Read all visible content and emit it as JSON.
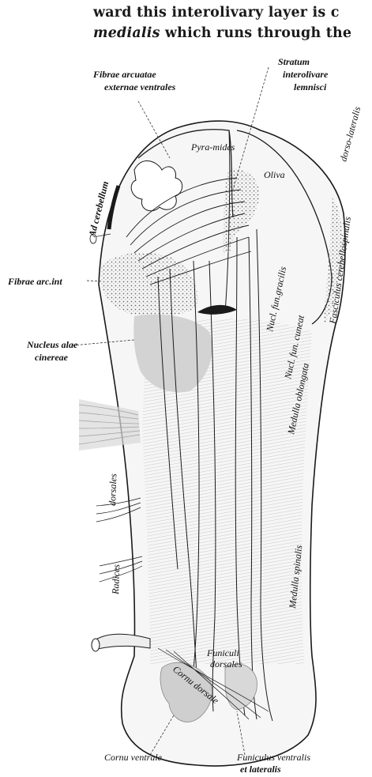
{
  "text": {
    "line1": "ward this interolivary layer is c",
    "line2_em": "medialis",
    "line2_rest": " which runs through the"
  },
  "labels": {
    "fibrae_arcuatae_1": "Fibrae arcuatae",
    "fibrae_arcuatae_2": "externae ventrales",
    "stratum_1": "Stratum",
    "stratum_2": "interolivare",
    "stratum_3": "lemnisci",
    "dorso_lateralis": "dorso-lateralis",
    "pyramides": "Pyra-mides",
    "oliva": "Oliva",
    "fasciculus_cerebellospinalis": "Fasciculus cerebellospinalis",
    "ad_cerebellum": "Ad cerebellum",
    "fibrae_arc_int": "Fibrae arc.int",
    "nucl_fun_gracilis": "Nucl. fun.gracilis",
    "nucl_fun_cuneat": "Nucl. fun. cuneat",
    "medulla_oblongata": "Medulla oblongata",
    "nucleus_alae_1": "Nucleus alae",
    "nucleus_alae_2": "cinereae",
    "dorsales": "dorsales",
    "radices": "Radices",
    "medulla_spinalis": "Medulla spinalis",
    "cornu_dorsale": "Cornu dorsale",
    "funiculi_1": "Funiculi",
    "funiculi_2": "dorsales",
    "cornu_ventrale": "Cornu ventrale",
    "funiculus_vl_1": "Funiculus ventralis",
    "funiculus_vl_2": "et lateralis"
  },
  "colors": {
    "ink": "#1a1a1a",
    "shade": "#cfcfcf",
    "stipple": "#8a8a8a"
  }
}
